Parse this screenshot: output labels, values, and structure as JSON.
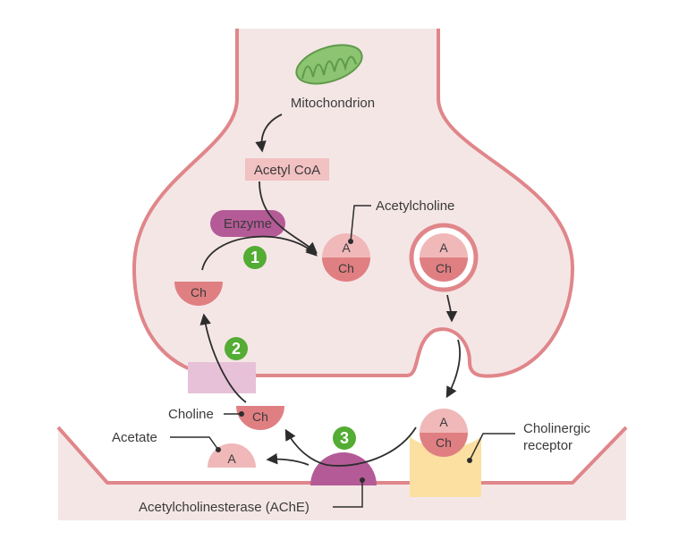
{
  "labels": {
    "mitochondrion": "Mitochondrion",
    "acetyl_coa": "Acetyl CoA",
    "enzyme": "Enzyme",
    "acetylcholine": "Acetylcholine",
    "choline": "Choline",
    "acetate": "Acetate",
    "ache": "Acetylcholinesterase (AChE)",
    "receptor_line1": "Cholinergic",
    "receptor_line2": "receptor"
  },
  "molecule": {
    "acetyl": "A",
    "choline": "Ch"
  },
  "steps": [
    "1",
    "2",
    "3"
  ],
  "colors": {
    "membrane": "#e0868a",
    "cytoplasm": "#f5e6e6",
    "mito_fill": "#8cc472",
    "mito_dark": "#5e9a4a",
    "acetyl_top": "#f0b8b9",
    "choline_bottom": "#e07f82",
    "enzyme": "#b45b97",
    "transporter": "#e7c1d8",
    "step_badge": "#53ac33",
    "receptor": "#fbe0a2",
    "label_box": "#f2c1c2",
    "arrow": "#2d2d2d"
  }
}
